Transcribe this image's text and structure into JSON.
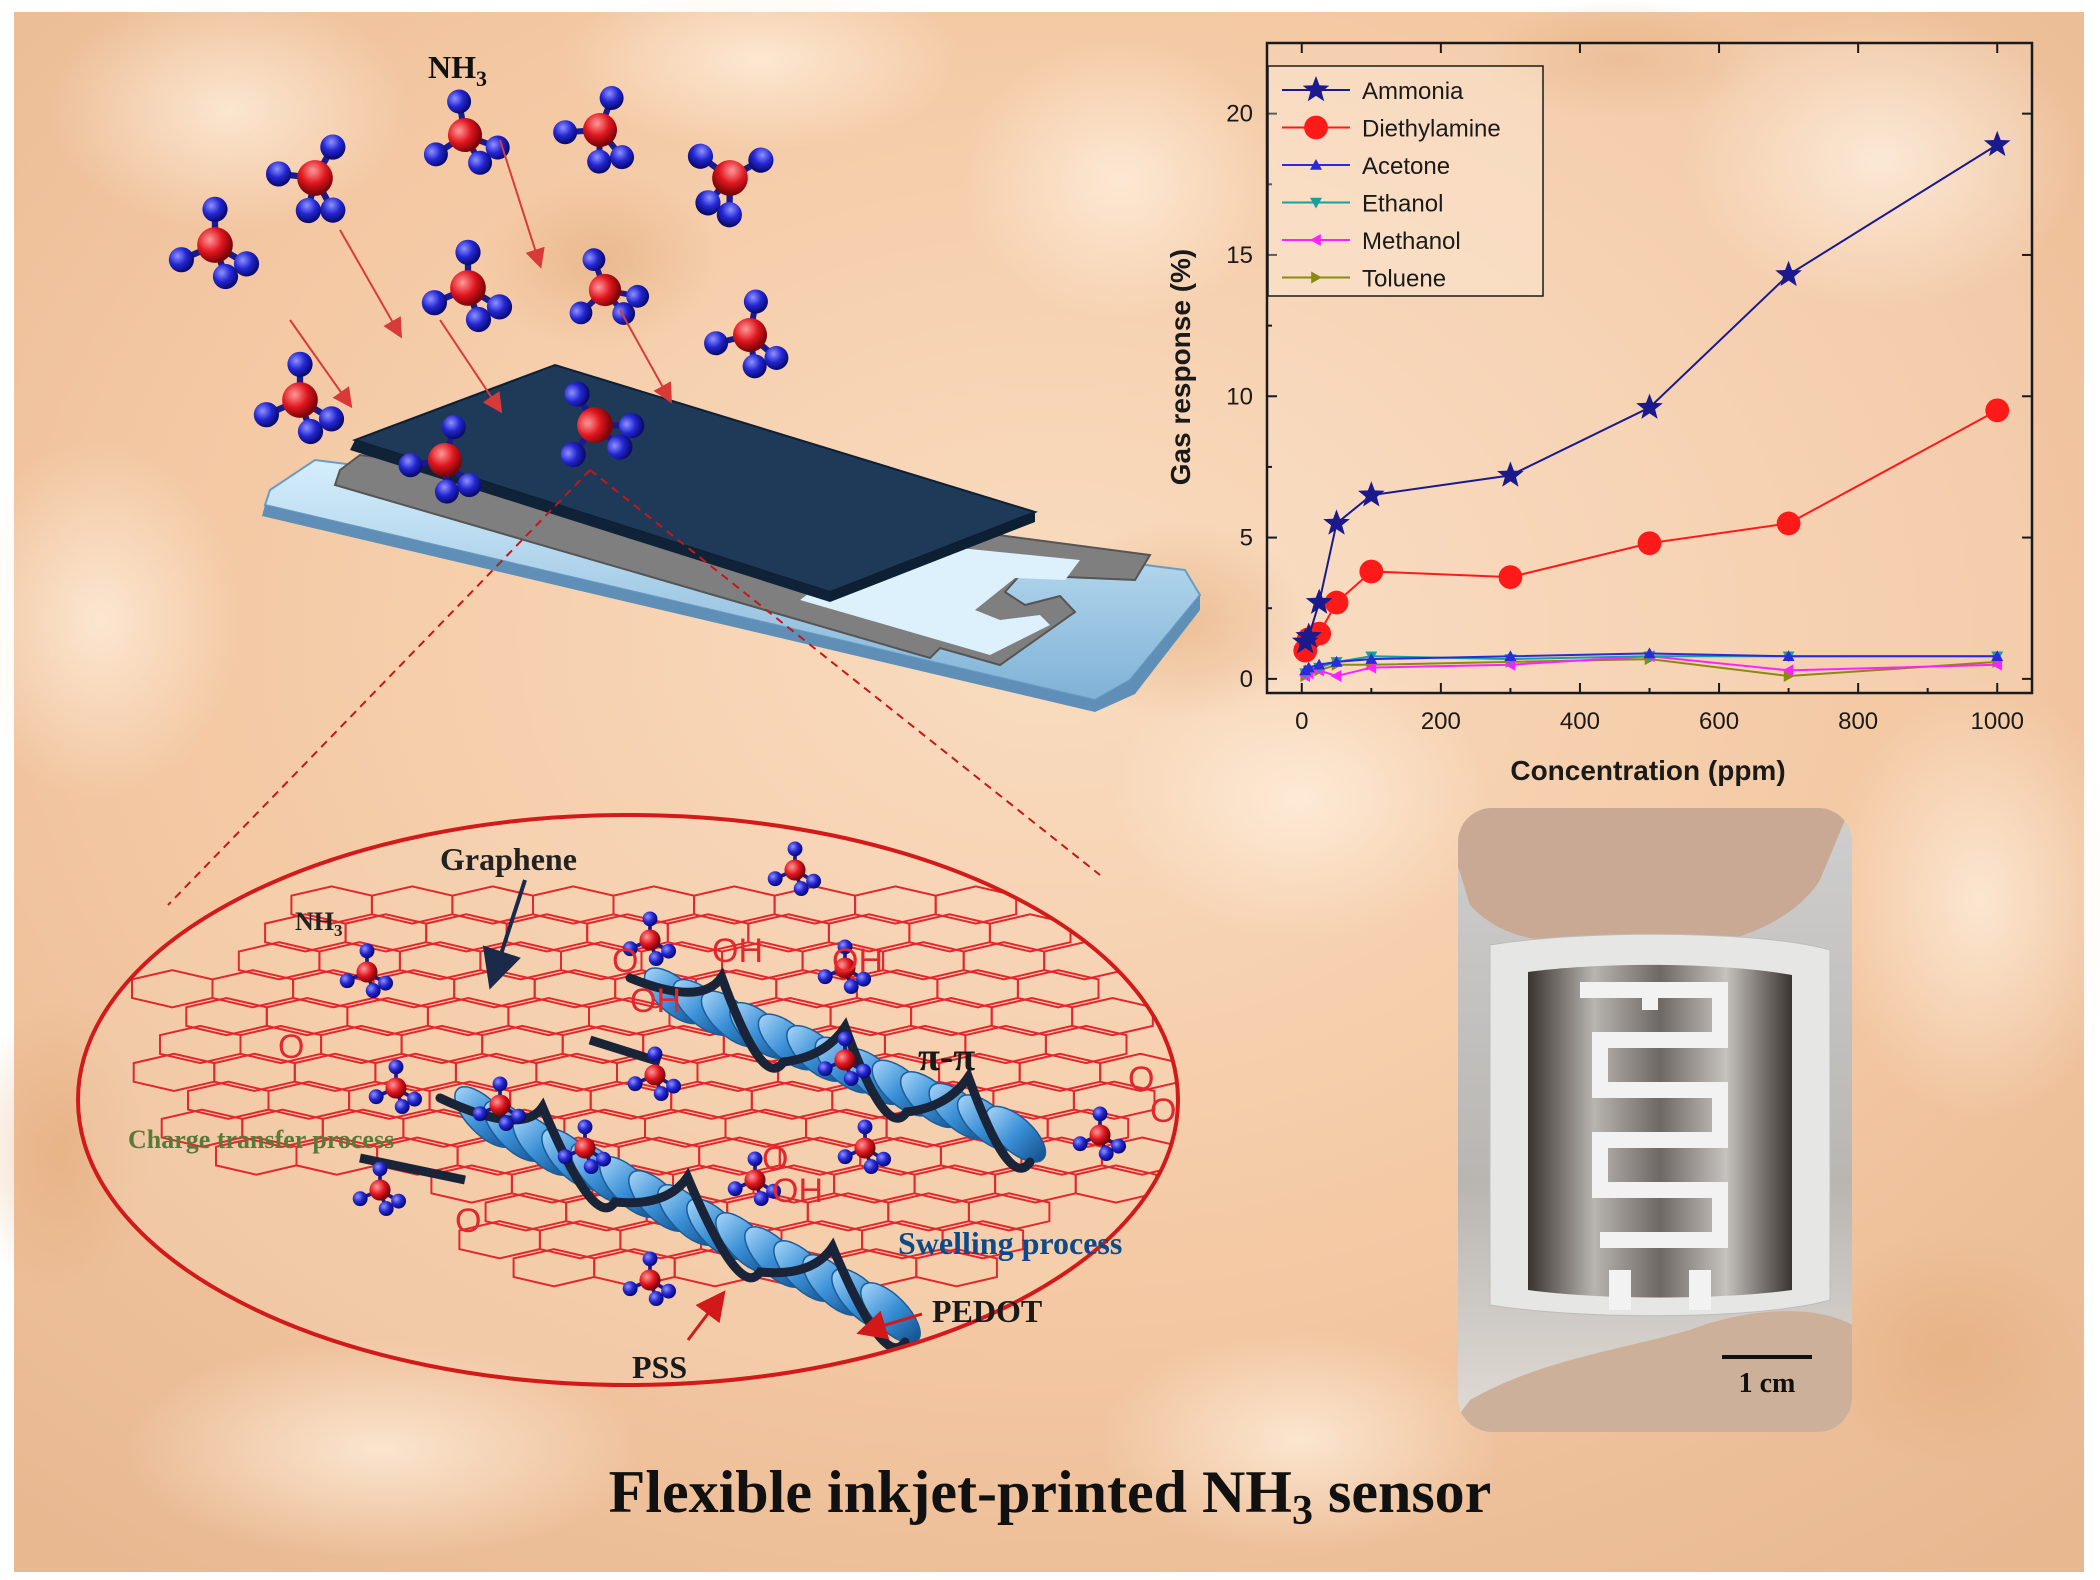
{
  "title": {
    "main": "Flexible inkjet-printed NH",
    "sub": "3",
    "tail": " sensor"
  },
  "top_molecule_label": {
    "main": "NH",
    "sub": "3"
  },
  "inset": {
    "graphene_label": "Graphene",
    "nh3_label": {
      "main": "NH",
      "sub": "3"
    },
    "pi_label": "π-π",
    "charge_label": "Charge transfer process",
    "swelling_label": "Swelling process",
    "pss_label": "PSS",
    "pedot_label": "PEDOT",
    "oh_labels": [
      "OH",
      "OH",
      "OH",
      "OH",
      "OH",
      "OH"
    ],
    "o_labels": [
      "O",
      "O",
      "O",
      "O",
      "O",
      "O"
    ]
  },
  "photo": {
    "scale_label": "1 cm"
  },
  "colors": {
    "molecule_n": "#1f22c8",
    "molecule_h": "#d8141c",
    "graphene_red": "#e0282e",
    "polymer_blue": "#3d93d8",
    "device_dark": "#1f3a58",
    "ammonia": "#1a1a8c",
    "diethylamine": "#ff1a1a",
    "acetone": "#2a2ad8",
    "ethanol": "#17a0a0",
    "methanol": "#ff22ff",
    "toluene": "#8a8a10"
  },
  "chart_data": {
    "type": "line",
    "xlabel": "Concentration (ppm)",
    "ylabel": "Gas response (%)",
    "xlim": [
      -50,
      1050
    ],
    "ylim": [
      -0.5,
      22.5
    ],
    "xticks": [
      0,
      200,
      400,
      600,
      800,
      1000
    ],
    "yticks": [
      0,
      5,
      10,
      15,
      20
    ],
    "legend_position": "top-left",
    "grid": false,
    "series": [
      {
        "name": "Ammonia",
        "marker": "star",
        "color": "#1a1a8c",
        "x": [
          5,
          10,
          25,
          50,
          100,
          300,
          500,
          700,
          1000
        ],
        "y": [
          1.3,
          1.5,
          2.7,
          5.5,
          6.5,
          7.2,
          9.6,
          14.3,
          18.9
        ]
      },
      {
        "name": "Diethylamine",
        "marker": "circle",
        "color": "#ff1a1a",
        "x": [
          5,
          10,
          25,
          50,
          100,
          300,
          500,
          700,
          1000
        ],
        "y": [
          1.0,
          1.4,
          1.6,
          2.7,
          3.8,
          3.6,
          4.8,
          5.5,
          9.5
        ]
      },
      {
        "name": "Acetone",
        "marker": "triangle-up",
        "color": "#2a2ad8",
        "x": [
          5,
          10,
          25,
          50,
          100,
          300,
          500,
          700,
          1000
        ],
        "y": [
          0.3,
          0.4,
          0.5,
          0.6,
          0.7,
          0.8,
          0.9,
          0.8,
          0.8
        ]
      },
      {
        "name": "Ethanol",
        "marker": "triangle-down",
        "color": "#17a0a0",
        "x": [
          5,
          10,
          25,
          50,
          100,
          300,
          500,
          700,
          1000
        ],
        "y": [
          0.2,
          0.3,
          0.4,
          0.6,
          0.8,
          0.7,
          0.8,
          0.8,
          0.8
        ]
      },
      {
        "name": "Methanol",
        "marker": "triangle-left",
        "color": "#ff22ff",
        "x": [
          5,
          10,
          25,
          50,
          100,
          300,
          500,
          700,
          1000
        ],
        "y": [
          0.1,
          0.2,
          0.3,
          0.1,
          0.4,
          0.5,
          0.8,
          0.3,
          0.5
        ]
      },
      {
        "name": "Toluene",
        "marker": "triangle-right",
        "color": "#8a8a10",
        "x": [
          5,
          10,
          25,
          50,
          100,
          300,
          500,
          700,
          1000
        ],
        "y": [
          0.1,
          0.2,
          0.3,
          0.5,
          0.5,
          0.6,
          0.7,
          0.1,
          0.6
        ]
      }
    ]
  }
}
